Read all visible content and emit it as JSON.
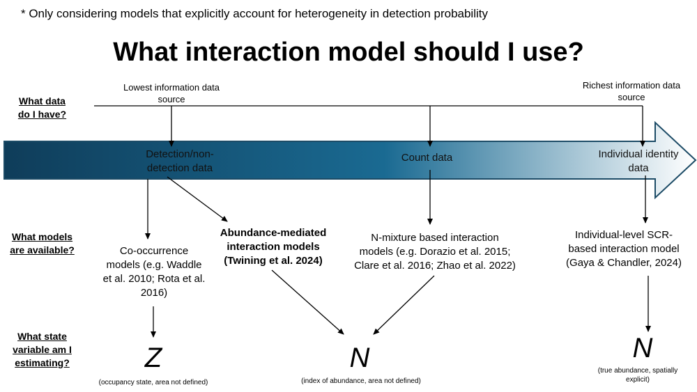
{
  "footnote": "* Only considering models that explicitly account for heterogeneity in detection probability",
  "title": "What interaction model should I use?",
  "questions": {
    "data": [
      "What data",
      "do I have?"
    ],
    "models": [
      "What models",
      "are available?"
    ],
    "state": [
      "What state",
      "variable am I",
      "estimating?"
    ]
  },
  "scale": {
    "low": [
      "Lowest information data",
      "source"
    ],
    "high": [
      "Richest information data",
      "source"
    ]
  },
  "data_types": {
    "detection": [
      "Detection/non-",
      "detection data"
    ],
    "count": "Count data",
    "identity": [
      "Individual identity",
      "data"
    ]
  },
  "models": {
    "cooccurrence": [
      "Co-occurrence",
      "models (e.g. Waddle",
      "et al. 2010; Rota et al.",
      "2016)"
    ],
    "abundance": [
      "Abundance-mediated",
      "interaction models",
      "(Twining et al. 2024)"
    ],
    "nmixture": [
      "N-mixture based interaction",
      "models (e.g. Dorazio et al. 2015;",
      "Clare et al. 2016; Zhao et al. 2022)"
    ],
    "scr": [
      "Individual-level SCR-",
      "based interaction model",
      "(Gaya & Chandler, 2024)"
    ]
  },
  "variables": {
    "z": "Z",
    "z_caption": "(occupancy state, area not defined)",
    "n1": "N",
    "n1_caption": "(index of abundance, area not defined)",
    "n2": "N",
    "n2_caption": [
      "(true abundance, spatially",
      "explicit)"
    ]
  },
  "colors": {
    "arrow_dark": "#0f3d5a",
    "arrow_mid": "#1a6a92",
    "arrow_light": "#ffffff",
    "arrow_outline": "#1c4b66"
  }
}
